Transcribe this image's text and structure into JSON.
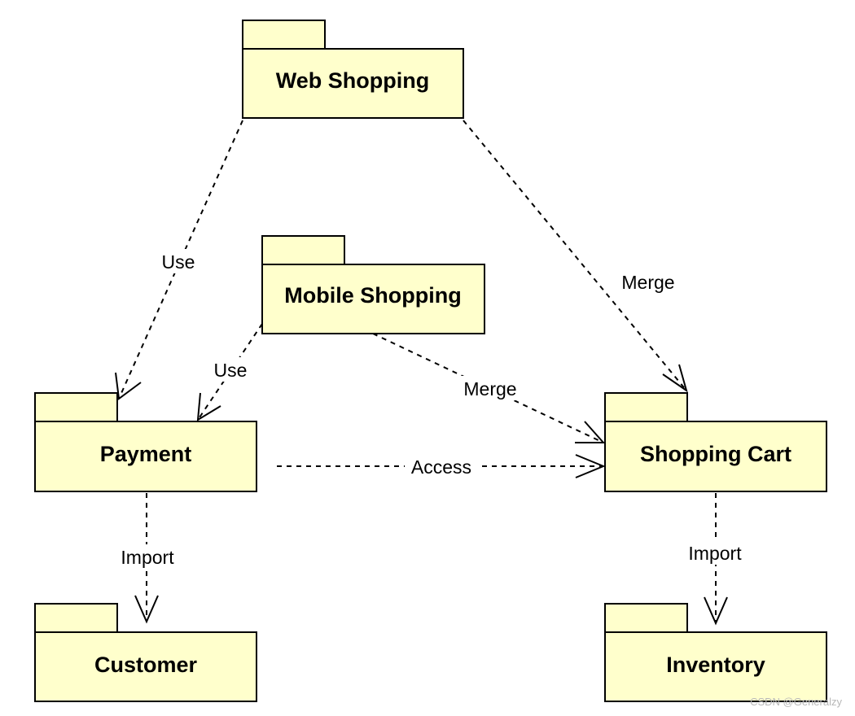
{
  "diagram": {
    "packages": {
      "web_shopping": "Web Shopping",
      "mobile_shopping": "Mobile Shopping",
      "payment": "Payment",
      "shopping_cart": "Shopping Cart",
      "customer": "Customer",
      "inventory": "Inventory"
    },
    "dependencies": {
      "web_to_payment": "Use",
      "web_to_cart": "Merge",
      "mobile_to_payment": "Use",
      "mobile_to_cart": "Merge",
      "payment_to_cart": "Access",
      "payment_to_customer": "Import",
      "cart_to_inventory": "Import"
    }
  },
  "watermark": "CSDN @Generalzy",
  "colors": {
    "package_fill": "#FFFFCC",
    "stroke": "#000000"
  }
}
